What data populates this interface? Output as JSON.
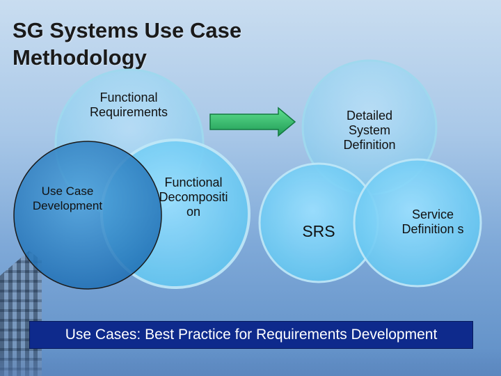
{
  "slide": {
    "title": "SG Systems Use Case Methodology",
    "footer": "Use Cases:  Best Practice for Requirements Development"
  },
  "diagram": {
    "left_cluster": {
      "functional_requirements": "Functional Requirements",
      "use_case_development": "Use Case Development",
      "functional_decomposition": "Functional Decompositi on"
    },
    "right_cluster": {
      "detailed_system_definition": "Detailed System Definition",
      "srs": "SRS",
      "service_definitions": "Service Definition s"
    },
    "arrow": {
      "color": "#2fb36a",
      "direction": "right"
    }
  },
  "colors": {
    "circle_fill": "#7ecff0",
    "use_case_circle_fill": "#1f7fc4",
    "banner": "#0e2a8c"
  }
}
